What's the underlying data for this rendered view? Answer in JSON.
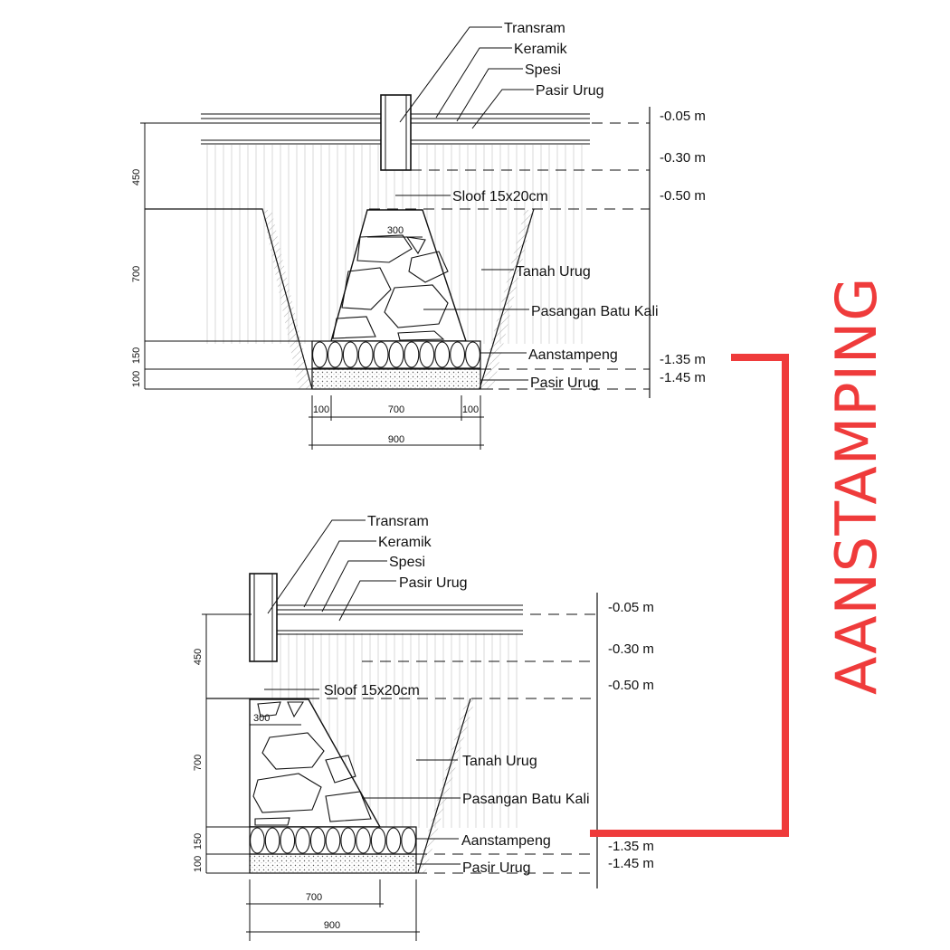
{
  "detail_a": {
    "labels": {
      "transram": "Transram",
      "keramik": "Keramik",
      "spesi": "Spesi",
      "pasir_urug_top": "Pasir Urug",
      "sloof": "Sloof 15x20cm",
      "tanah_urug": "Tanah Urug",
      "pasangan": "Pasangan Batu Kali",
      "aanstampeng": "Aanstampeng",
      "pasir_urug_bottom": "Pasir Urug"
    },
    "levels": {
      "l1": "-0.05 m",
      "l2": "-0.30 m",
      "l3": "-0.50 m",
      "l4": "-1.35 m",
      "l5": "-1.45 m"
    },
    "dims": {
      "v450": "450",
      "v700": "700",
      "v150": "150",
      "v100": "100",
      "top300": "300",
      "b100a": "100",
      "b700": "700",
      "b100b": "100",
      "b900": "900"
    }
  },
  "detail_b": {
    "labels": {
      "transram": "Transram",
      "keramik": "Keramik",
      "spesi": "Spesi",
      "pasir_urug_top": "Pasir Urug",
      "sloof": "Sloof 15x20cm",
      "tanah_urug": "Tanah Urug",
      "pasangan": "Pasangan Batu Kali",
      "aanstampeng": "Aanstampeng",
      "pasir_urug_bottom": "Pasir Urug"
    },
    "levels": {
      "l1": "-0.05 m",
      "l2": "-0.30 m",
      "l3": "-0.50 m",
      "l4": "-1.35 m",
      "l5": "-1.45 m"
    },
    "dims": {
      "v450": "450",
      "v700": "700",
      "v150": "150",
      "v100": "100",
      "top300": "300",
      "b700": "700",
      "b900": "900"
    }
  },
  "callout": {
    "title": "AANSTAMPING",
    "color": "#ef3b3b"
  }
}
